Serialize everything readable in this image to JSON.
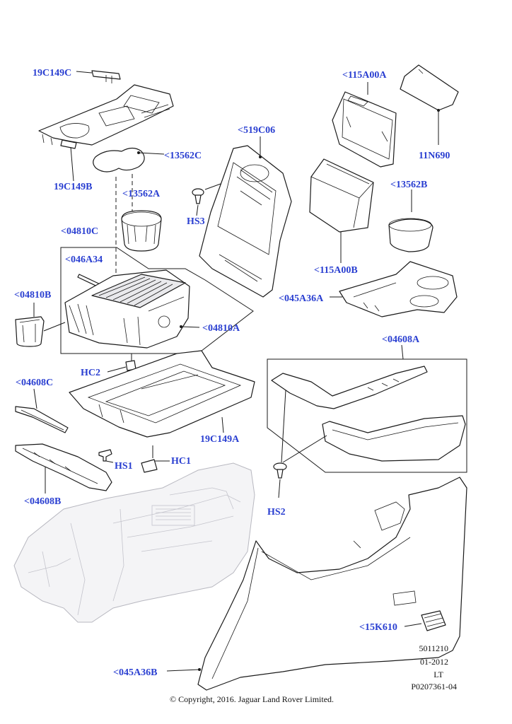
{
  "labels": {
    "l_19C149C": "19C149C",
    "l_19C149B": "19C149B",
    "l_13562C": "<13562C",
    "l_13562A": "<13562A",
    "l_04810C": "<04810C",
    "l_046A34": "<046A34",
    "l_04810B": "<04810B",
    "l_04810A": "<04810A",
    "l_HC2": "HC2",
    "l_04608C": "<04608C",
    "l_19C149A": "19C149A",
    "l_HS1": "HS1",
    "l_HC1": "HC1",
    "l_04608B": "<04608B",
    "l_519C06": "<519C06",
    "l_HS3": "HS3",
    "l_115A00A": "<115A00A",
    "l_11N690": "11N690",
    "l_13562B": "<13562B",
    "l_115A00B": "<115A00B",
    "l_045A36A": "<045A36A",
    "l_04608A": "<04608A",
    "l_HS2": "HS2",
    "l_15K610": "<15K610",
    "l_045A36B": "<045A36B"
  },
  "meta": {
    "line1": "5011210",
    "line2": "01-2012",
    "line3": "LT",
    "line4": "P0207361-04"
  },
  "copyright": "© Copyright, 2016. Jaguar Land Rover Limited.",
  "colors": {
    "label": "#2a3fd1",
    "line": "#1a1a1a",
    "ghost": "#b8b8c0"
  }
}
